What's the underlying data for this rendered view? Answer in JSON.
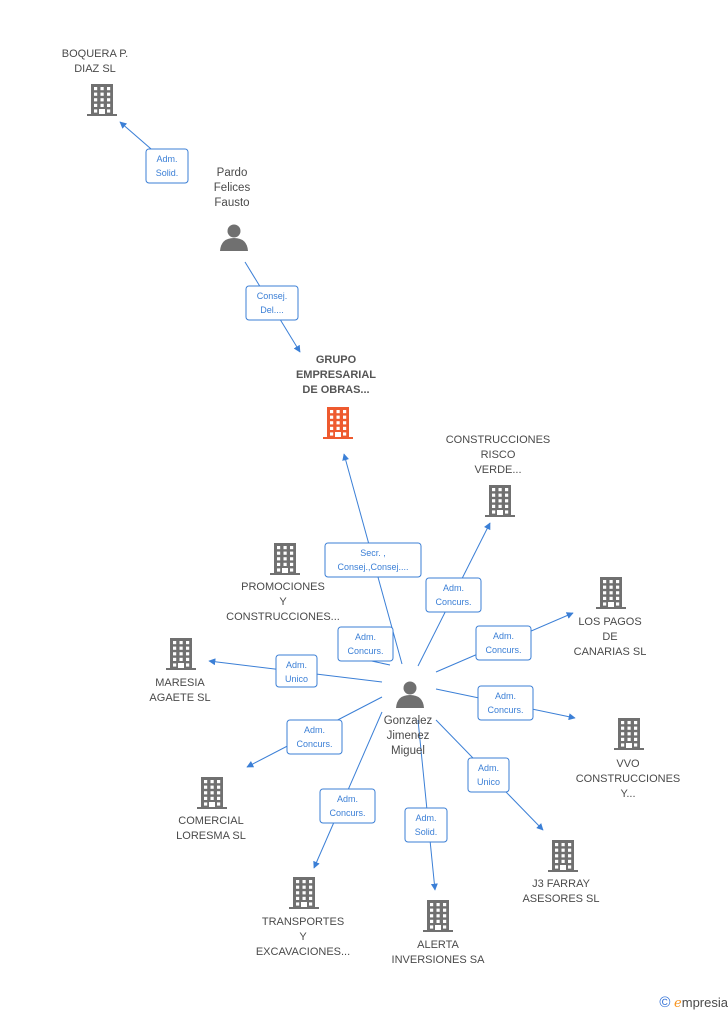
{
  "colors": {
    "edge": "#3b7fd6",
    "company": "#707070",
    "focus_company": "#ee5a2f",
    "person": "#707070"
  },
  "nodes": [
    {
      "id": "boquera",
      "type": "company",
      "icon": "building-icon",
      "lines": [
        "BOQUERA P.",
        "DIAZ SL"
      ]
    },
    {
      "id": "pardo",
      "type": "person",
      "icon": "person-icon",
      "lines": [
        "Pardo",
        "Felices",
        "Fausto"
      ]
    },
    {
      "id": "grupo",
      "type": "company",
      "focus": true,
      "icon": "building-icon",
      "lines": [
        "GRUPO",
        "EMPRESARIAL",
        "DE OBRAS..."
      ]
    },
    {
      "id": "risco",
      "type": "company",
      "icon": "building-icon",
      "lines": [
        "CONSTRUCCIONES",
        "RISCO",
        "VERDE..."
      ]
    },
    {
      "id": "promociones",
      "type": "company",
      "icon": "building-icon",
      "lines": [
        "PROMOCIONES",
        "Y",
        "CONSTRUCCIONES..."
      ]
    },
    {
      "id": "lospagos",
      "type": "company",
      "icon": "building-icon",
      "lines": [
        "LOS PAGOS",
        "DE",
        "CANARIAS SL"
      ]
    },
    {
      "id": "maresia",
      "type": "company",
      "icon": "building-icon",
      "lines": [
        "MARESIA",
        "AGAETE SL"
      ]
    },
    {
      "id": "gonzalez",
      "type": "person",
      "icon": "person-icon",
      "lines": [
        "Gonzalez",
        "Jimenez",
        "Miguel"
      ]
    },
    {
      "id": "vvo",
      "type": "company",
      "icon": "building-icon",
      "lines": [
        "VVO",
        "CONSTRUCCIONES",
        "Y..."
      ]
    },
    {
      "id": "loresma",
      "type": "company",
      "icon": "building-icon",
      "lines": [
        "COMERCIAL",
        "LORESMA SL"
      ]
    },
    {
      "id": "j3farray",
      "type": "company",
      "icon": "building-icon",
      "lines": [
        "J3 FARRAY",
        "ASESORES SL"
      ]
    },
    {
      "id": "transportes",
      "type": "company",
      "icon": "building-icon",
      "lines": [
        "TRANSPORTES",
        "Y",
        "EXCAVACIONES..."
      ]
    },
    {
      "id": "alerta",
      "type": "company",
      "icon": "building-icon",
      "lines": [
        "ALERTA",
        "INVERSIONES SA"
      ]
    }
  ],
  "edges": [
    {
      "id": "pardo-boquera",
      "from": "pardo",
      "to": "boquera",
      "label": [
        "Adm.",
        "Solid."
      ]
    },
    {
      "id": "pardo-grupo",
      "from": "pardo",
      "to": "grupo",
      "label": [
        "Consej.",
        "Del...."
      ]
    },
    {
      "id": "gonzalez-grupo",
      "from": "gonzalez",
      "to": "grupo",
      "label": [
        "Secr. ,",
        "Consej.,Consej...."
      ]
    },
    {
      "id": "gonzalez-risco",
      "from": "gonzalez",
      "to": "risco",
      "label": [
        "Adm.",
        "Concurs."
      ]
    },
    {
      "id": "gonzalez-promociones",
      "from": "gonzalez",
      "to": "promociones",
      "label": [
        "Adm.",
        "Concurs."
      ]
    },
    {
      "id": "gonzalez-lospagos",
      "from": "gonzalez",
      "to": "lospagos",
      "label": [
        "Adm.",
        "Concurs."
      ]
    },
    {
      "id": "gonzalez-maresia",
      "from": "gonzalez",
      "to": "maresia",
      "label": [
        "Adm.",
        "Unico"
      ]
    },
    {
      "id": "gonzalez-vvo",
      "from": "gonzalez",
      "to": "vvo",
      "label": [
        "Adm.",
        "Concurs."
      ]
    },
    {
      "id": "gonzalez-loresma",
      "from": "gonzalez",
      "to": "loresma",
      "label": [
        "Adm.",
        "Concurs."
      ]
    },
    {
      "id": "gonzalez-j3farray",
      "from": "gonzalez",
      "to": "j3farray",
      "label": [
        "Adm.",
        "Unico"
      ]
    },
    {
      "id": "gonzalez-transportes",
      "from": "gonzalez",
      "to": "transportes",
      "label": [
        "Adm.",
        "Concurs."
      ]
    },
    {
      "id": "gonzalez-alerta",
      "from": "gonzalez",
      "to": "alerta",
      "label": [
        "Adm.",
        "Solid."
      ]
    }
  ],
  "brand": {
    "copyright": "©",
    "initial": "e",
    "name": "mpresia"
  }
}
